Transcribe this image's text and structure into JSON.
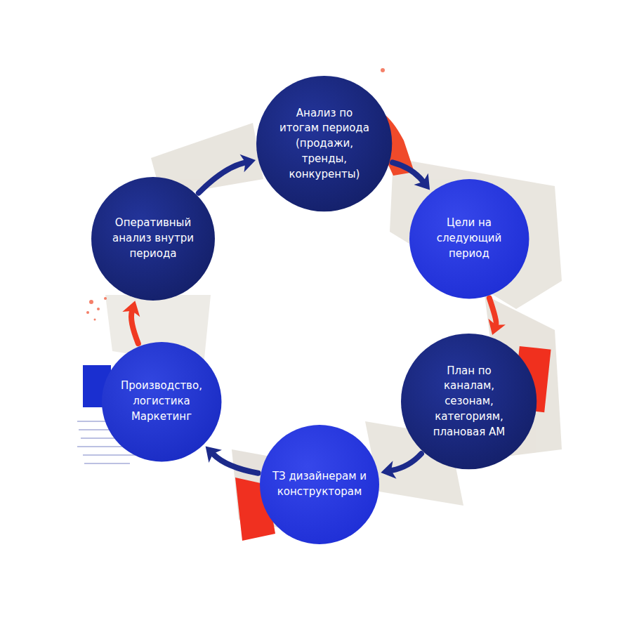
{
  "diagram": {
    "nodes": [
      {
        "text": [
          "Анализ по итогам периода (продажи, тренды, конкуренты)"
        ]
      },
      {
        "text": [
          "Цели на следующий период"
        ]
      },
      {
        "text": [
          "План по каналам, сезонам, категориям, плановая АМ"
        ]
      },
      {
        "text": [
          "ТЗ дизайнерам и конструкторам"
        ]
      },
      {
        "text": [
          "Производство, логистика Маркетинг"
        ]
      },
      {
        "text": [
          "Оперативный анализ внутри периода"
        ]
      }
    ],
    "edges": [
      {
        "from": 0,
        "to": 1,
        "arrow": "to"
      },
      {
        "from": 1,
        "to": 2,
        "arrow": "to"
      },
      {
        "from": 2,
        "to": 3,
        "arrow": "to"
      },
      {
        "from": 3,
        "to": 4,
        "arrow": "to"
      },
      {
        "from": 4,
        "to": 5,
        "arrow": "to"
      },
      {
        "from": 5,
        "to": 0,
        "arrow": "to"
      }
    ]
  }
}
